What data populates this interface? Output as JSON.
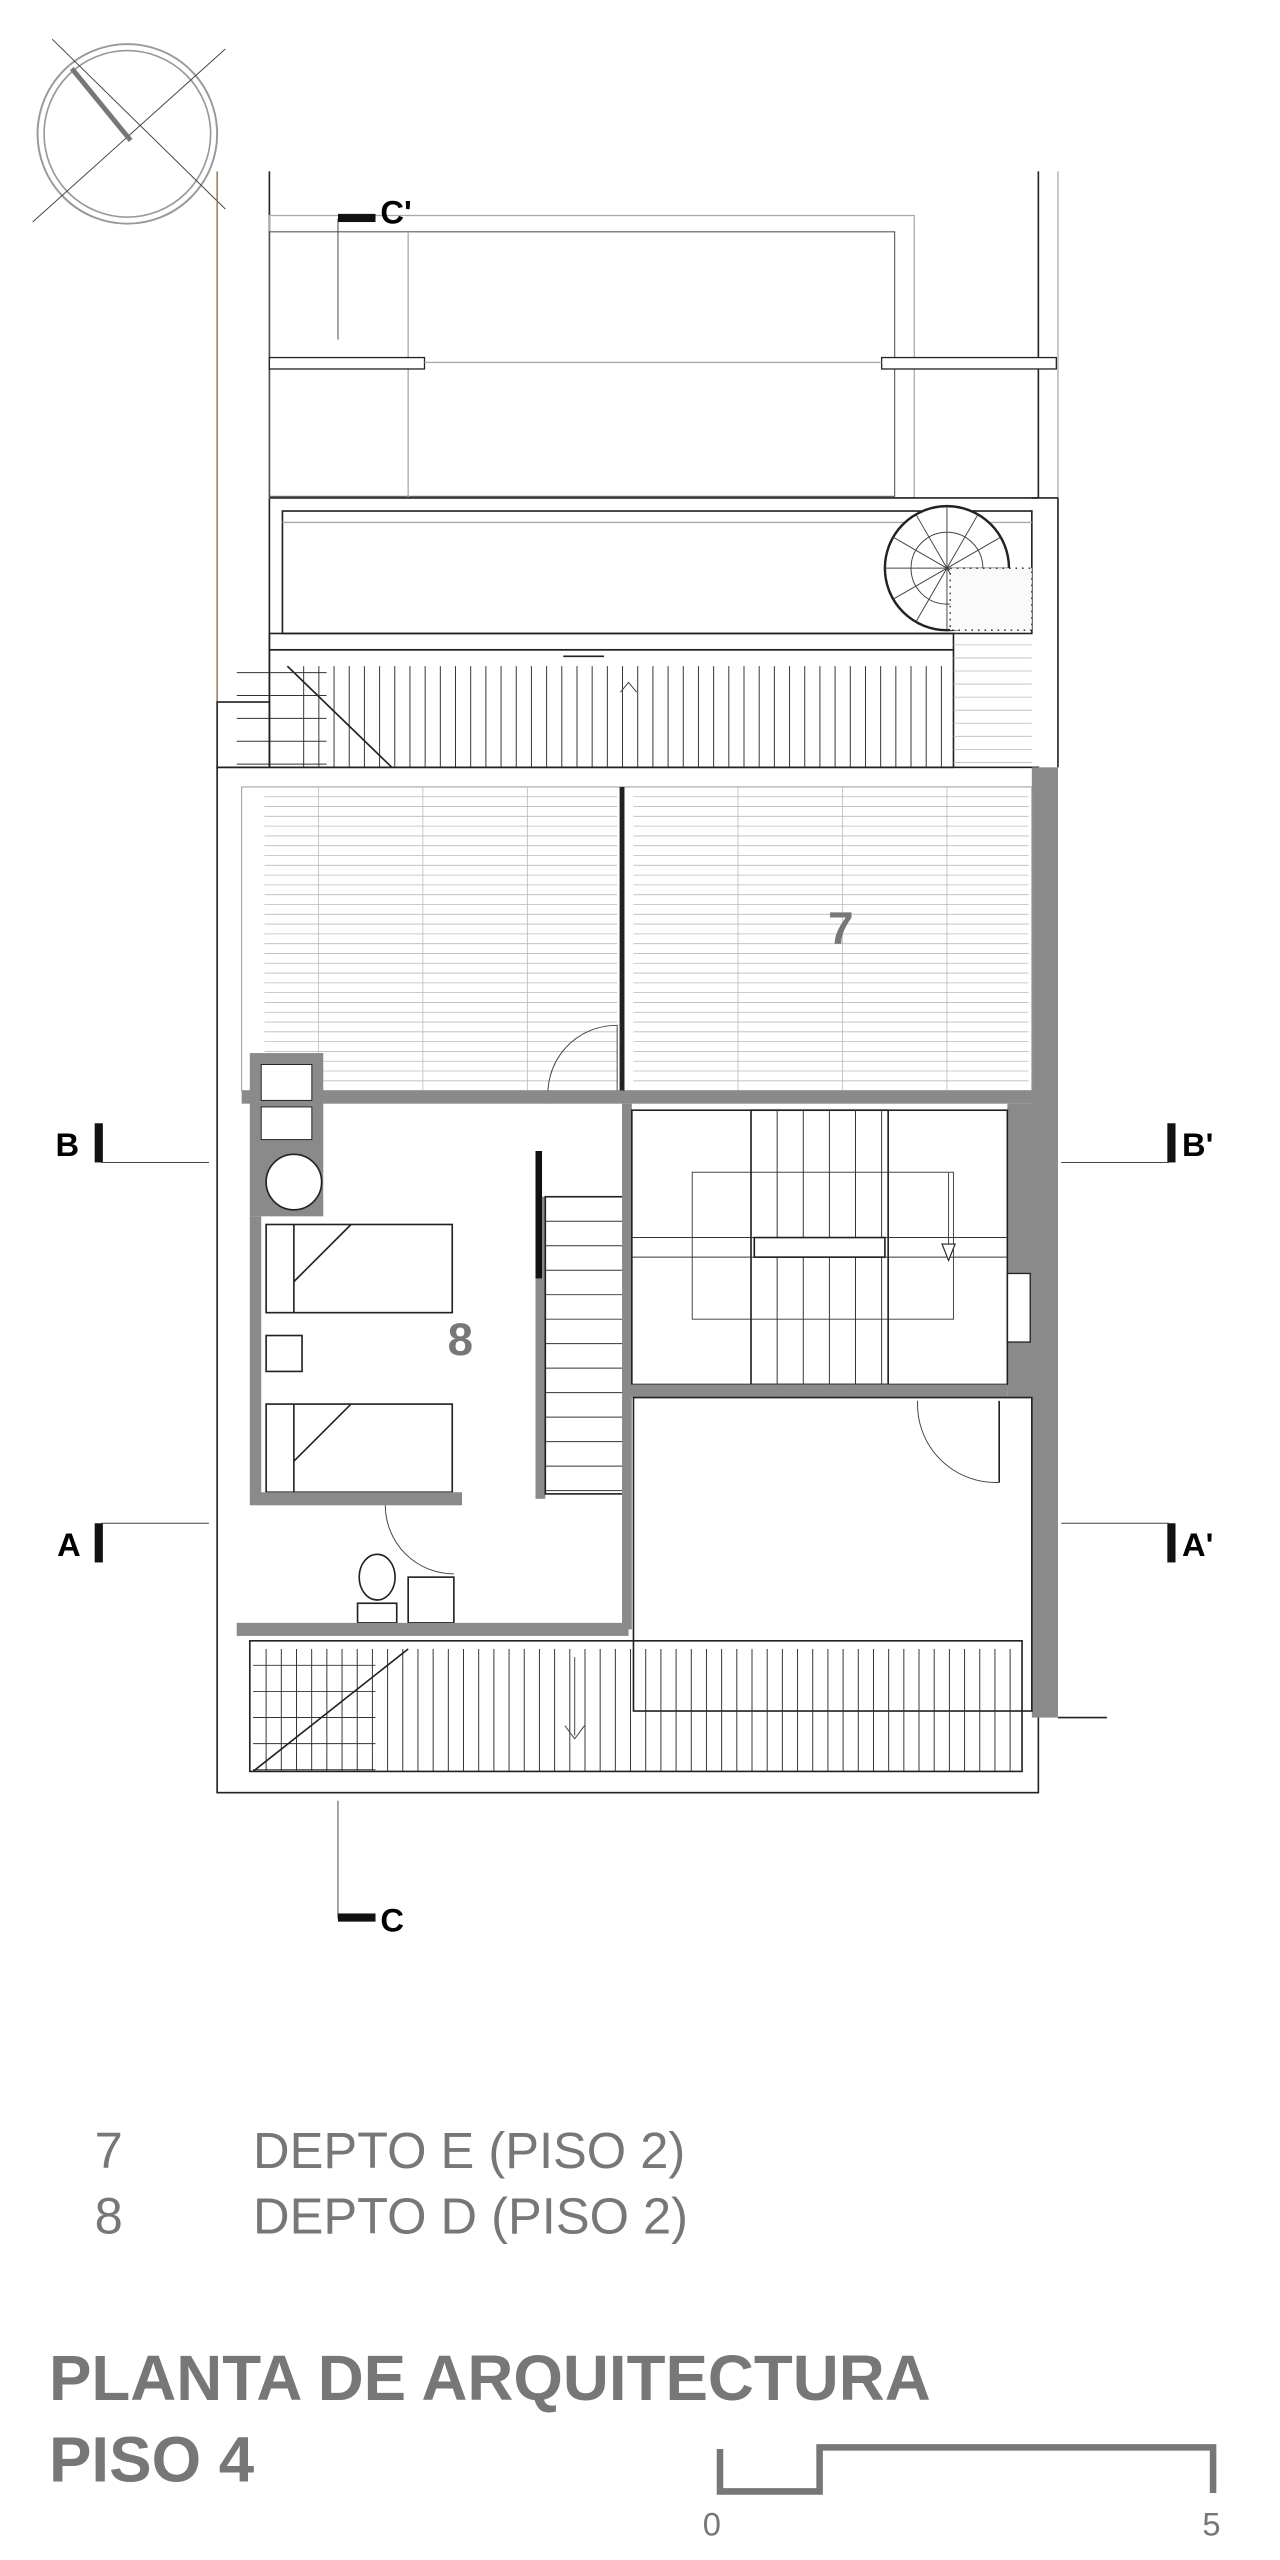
{
  "plan": {
    "section_labels": {
      "c_prime": "C'",
      "b": "B",
      "b_prime": "B'",
      "a": "A",
      "a_prime": "A'",
      "c": "C"
    },
    "rooms": [
      {
        "number": "7"
      },
      {
        "number": "8"
      }
    ],
    "wall_fill_color": "#8a8a8a"
  },
  "legend": [
    {
      "number": "7",
      "label": "DEPTO E (PISO 2)"
    },
    {
      "number": "8",
      "label": "DEPTO D (PISO 2)"
    }
  ],
  "title": {
    "line1": "PLANTA DE ARQUITECTURA",
    "line2": "PISO 4"
  },
  "scale_bar": {
    "start": "0",
    "end": "5"
  },
  "text_color": "#777777"
}
